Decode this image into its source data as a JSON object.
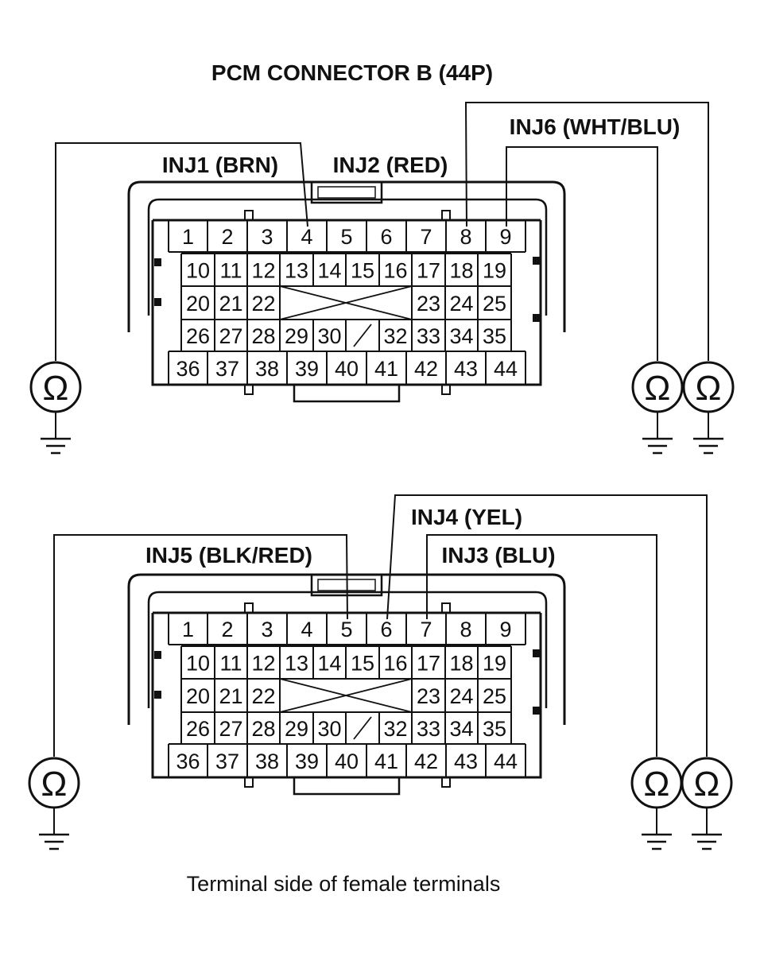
{
  "title": "PCM CONNECTOR B (44P)",
  "caption": "Terminal side of female terminals",
  "symbols": {
    "meter": "ohmmeter-icon",
    "meter_glyph": "Ω",
    "ground": "ground-icon"
  },
  "connectors": [
    {
      "id": "top",
      "rows": [
        [
          "1",
          "2",
          "3",
          "4",
          "5",
          "6",
          "7",
          "8",
          "9"
        ],
        [
          "10",
          "11",
          "12",
          "13",
          "14",
          "15",
          "16",
          "17",
          "18",
          "19"
        ],
        [
          "20",
          "21",
          "22",
          "23",
          "24",
          "25"
        ],
        [
          "26",
          "27",
          "28",
          "29",
          "30",
          "32",
          "33",
          "34",
          "35"
        ],
        [
          "36",
          "37",
          "38",
          "39",
          "40",
          "41",
          "42",
          "43",
          "44"
        ]
      ],
      "probes": [
        {
          "label": "INJ1 (BRN)",
          "terminal": "4"
        },
        {
          "label": "INJ2 (RED)",
          "terminal": "8"
        },
        {
          "label": "INJ6 (WHT/BLU)",
          "terminal": "9"
        }
      ]
    },
    {
      "id": "bottom",
      "rows": [
        [
          "1",
          "2",
          "3",
          "4",
          "5",
          "6",
          "7",
          "8",
          "9"
        ],
        [
          "10",
          "11",
          "12",
          "13",
          "14",
          "15",
          "16",
          "17",
          "18",
          "19"
        ],
        [
          "20",
          "21",
          "22",
          "23",
          "24",
          "25"
        ],
        [
          "26",
          "27",
          "28",
          "29",
          "30",
          "32",
          "33",
          "34",
          "35"
        ],
        [
          "36",
          "37",
          "38",
          "39",
          "40",
          "41",
          "42",
          "43",
          "44"
        ]
      ],
      "probes": [
        {
          "label": "INJ5 (BLK/RED)",
          "terminal": "5"
        },
        {
          "label": "INJ4 (YEL)",
          "terminal": "6"
        },
        {
          "label": "INJ3 (BLU)",
          "terminal": "7"
        }
      ]
    }
  ]
}
